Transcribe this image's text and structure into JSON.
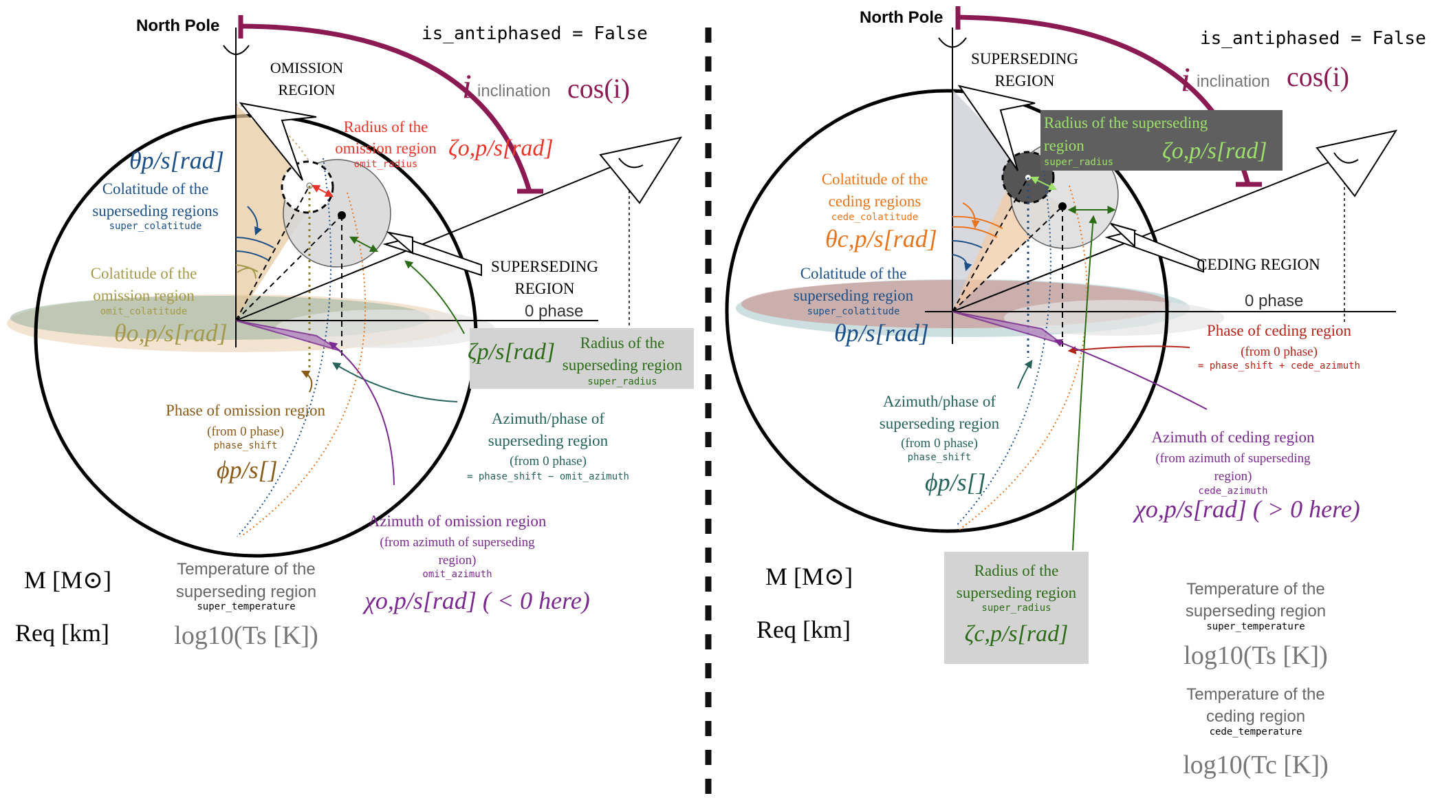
{
  "colors": {
    "red": "#e8352a",
    "blue": "#1c4f86",
    "olive": "#a39a4c",
    "brown": "#8a5a18",
    "green": "#2c6b16",
    "teal": "#25625a",
    "purple": "#7a2a8e",
    "maroon": "#8c1a52",
    "orange": "#e8741c",
    "gray": "#777777",
    "darkred": "#b32318",
    "lightgreen": "#9ee16a"
  },
  "left": {
    "north_pole": "North Pole",
    "is_antiphased": "is_antiphased = False",
    "inclination_symbol": "i",
    "inclination_word": "inclination",
    "inclination_cos": "cos(i)",
    "omission_title_1": "OMISSION",
    "omission_title_2": "REGION",
    "radius_omission_1": "Radius of the",
    "radius_omission_2": "omission region",
    "radius_omission_code": "omit_radius",
    "radius_omission_sym": "ζo,p/s[rad]",
    "theta_ps": "θp/s[rad]",
    "super_colat_1": "Colatitude of the",
    "super_colat_2": "superseding regions",
    "super_colat_code": "super_colatitude",
    "omit_colat_1": "Colatitude of the",
    "omit_colat_2": "omission region",
    "omit_colat_code": "omit_colatitude",
    "theta_o": "θo,p/s[rad]",
    "superseding_title_1": "SUPERSEDING",
    "superseding_title_2": "REGION",
    "zero_phase": "0 phase",
    "zeta_ps": "ζp/s[rad]",
    "super_radius_1": "Radius of the",
    "super_radius_2": "superseding region",
    "super_radius_code": "super_radius",
    "phase_omit_1": "Phase of omission region",
    "phase_omit_2": "(from 0 phase)",
    "phase_omit_code": "phase_shift",
    "phi_ps": "ϕp/s[]",
    "az_super_1": "Azimuth/phase of",
    "az_super_2": "superseding region",
    "az_super_3": "(from 0 phase)",
    "az_super_code": "= phase_shift − omit_azimuth",
    "az_omit_1": "Azimuth of omission region",
    "az_omit_2": "(from azimuth of superseding",
    "az_omit_3": "region)",
    "az_omit_code": "omit_azimuth",
    "chi_o": "χo,p/s[rad] ( < 0 here)",
    "mass": "M [M⊙]",
    "radius_eq": "Req [km]",
    "temp_1": "Temperature of the",
    "temp_2": "superseding region",
    "temp_code": "super_temperature",
    "log_ts": "log10(Ts [K])"
  },
  "right": {
    "north_pole": "North Pole",
    "is_antiphased": "is_antiphased = False",
    "inclination_symbol": "i",
    "inclination_word": "inclination",
    "inclination_cos": "cos(i)",
    "superseding_title_1": "SUPERSEDING",
    "superseding_title_2": "REGION",
    "radius_super_1": "Radius of the superseding",
    "radius_super_2": "region",
    "radius_super_code": "super_radius",
    "radius_super_sym": "ζo,p/s[rad]",
    "cede_colat_1": "Colatitude of the",
    "cede_colat_2": "ceding regions",
    "cede_colat_code": "cede_colatitude",
    "theta_c": "θc,p/s[rad]",
    "super_colat_1": "Colatitude of the",
    "super_colat_2": "superseding region",
    "super_colat_code": "super_colatitude",
    "theta_ps": "θp/s[rad]",
    "ceding_title": "CEDING REGION",
    "zero_phase": "0 phase",
    "phase_cede_1": "Phase of ceding region",
    "phase_cede_2": "(from 0 phase)",
    "phase_cede_code": "= phase_shift + cede_azimuth",
    "az_super_1": "Azimuth/phase of",
    "az_super_2": "superseding region",
    "az_super_3": "(from 0 phase)",
    "az_super_code": "phase_shift",
    "phi_ps": "ϕp/s[]",
    "az_cede_1": "Azimuth of ceding region",
    "az_cede_2": "(from azimuth of superseding",
    "az_cede_3": "region)",
    "az_cede_code": "cede_azimuth",
    "chi_o": "χo,p/s[rad] ( > 0 here)",
    "mass": "M [M⊙]",
    "radius_eq": "Req [km]",
    "radius_cede_1": "Radius of the",
    "radius_cede_2": "superseding region",
    "radius_cede_code": "super_radius",
    "zeta_c": "ζc,p/s[rad]",
    "temp_s_1": "Temperature of the",
    "temp_s_2": "superseding region",
    "temp_s_code": "super_temperature",
    "log_ts": "log10(Ts [K])",
    "temp_c_1": "Temperature of the",
    "temp_c_2": "ceding region",
    "temp_c_code": "cede_temperature",
    "log_tc": "log10(Tc [K])"
  }
}
